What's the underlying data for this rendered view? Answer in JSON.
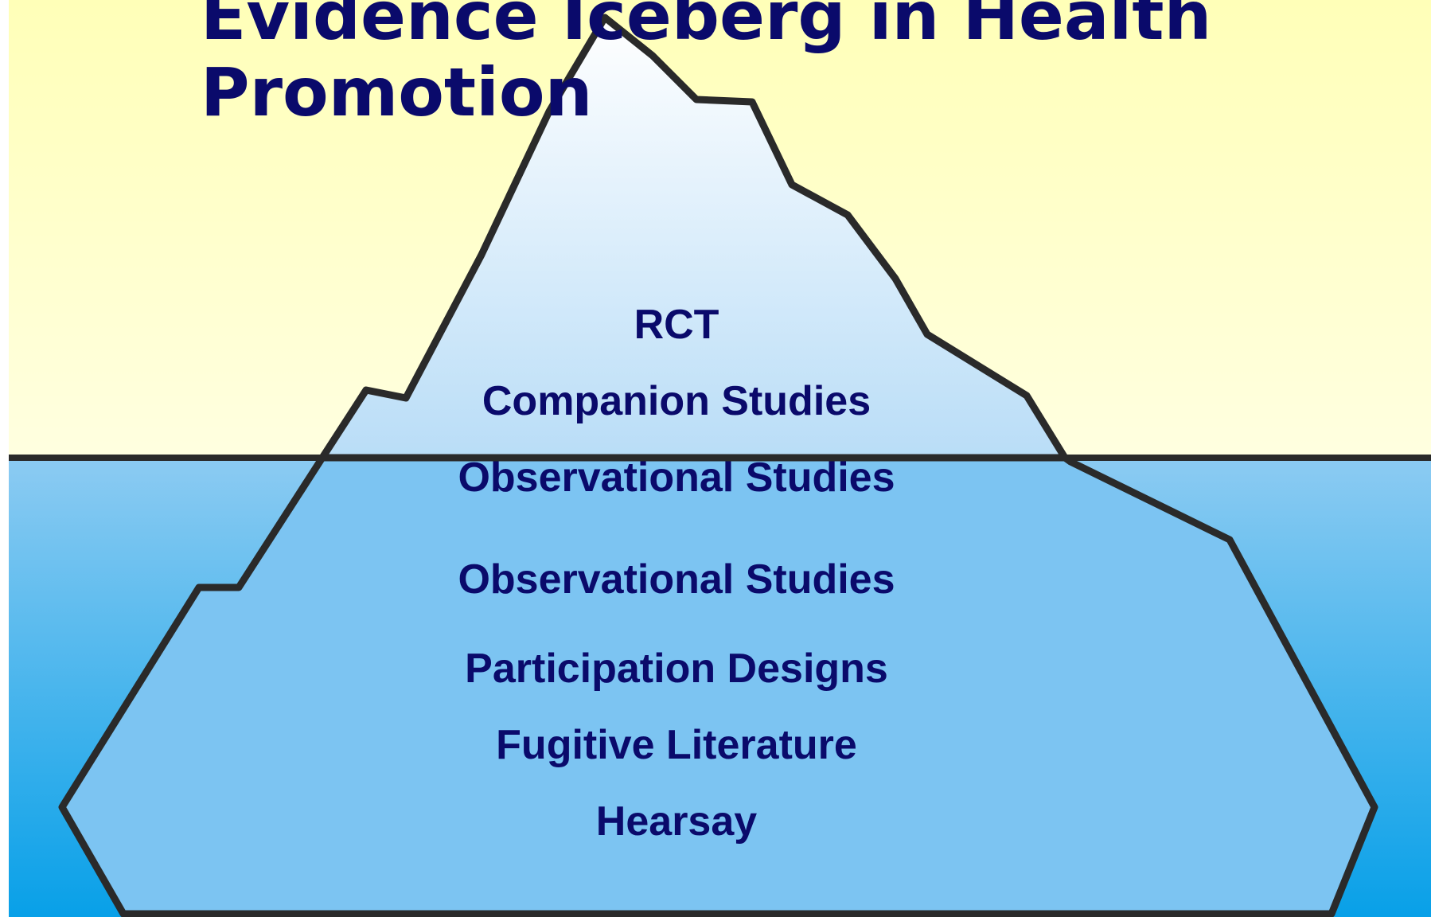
{
  "title": "Evidence Iceberg in Health Promotion",
  "layers": [
    "RCT",
    "Companion Studies",
    "Observational Studies",
    "Observational Studies",
    "Participation Designs",
    "Fugitive Literature",
    "Hearsay"
  ],
  "colors": {
    "sky": "#FFFFB8",
    "sky_light": "#FFFFE0",
    "water_top": "#8CCBF2",
    "water_bottom": "#08A0E8",
    "ice_top": "#FFFFFF",
    "ice_bottom": "#B9DDF7",
    "ice_submerged": "#7CC4F2",
    "outline": "#2A2A2A",
    "text": "#0A0A6B"
  },
  "icons": {
    "iceberg": "iceberg-illustration"
  }
}
